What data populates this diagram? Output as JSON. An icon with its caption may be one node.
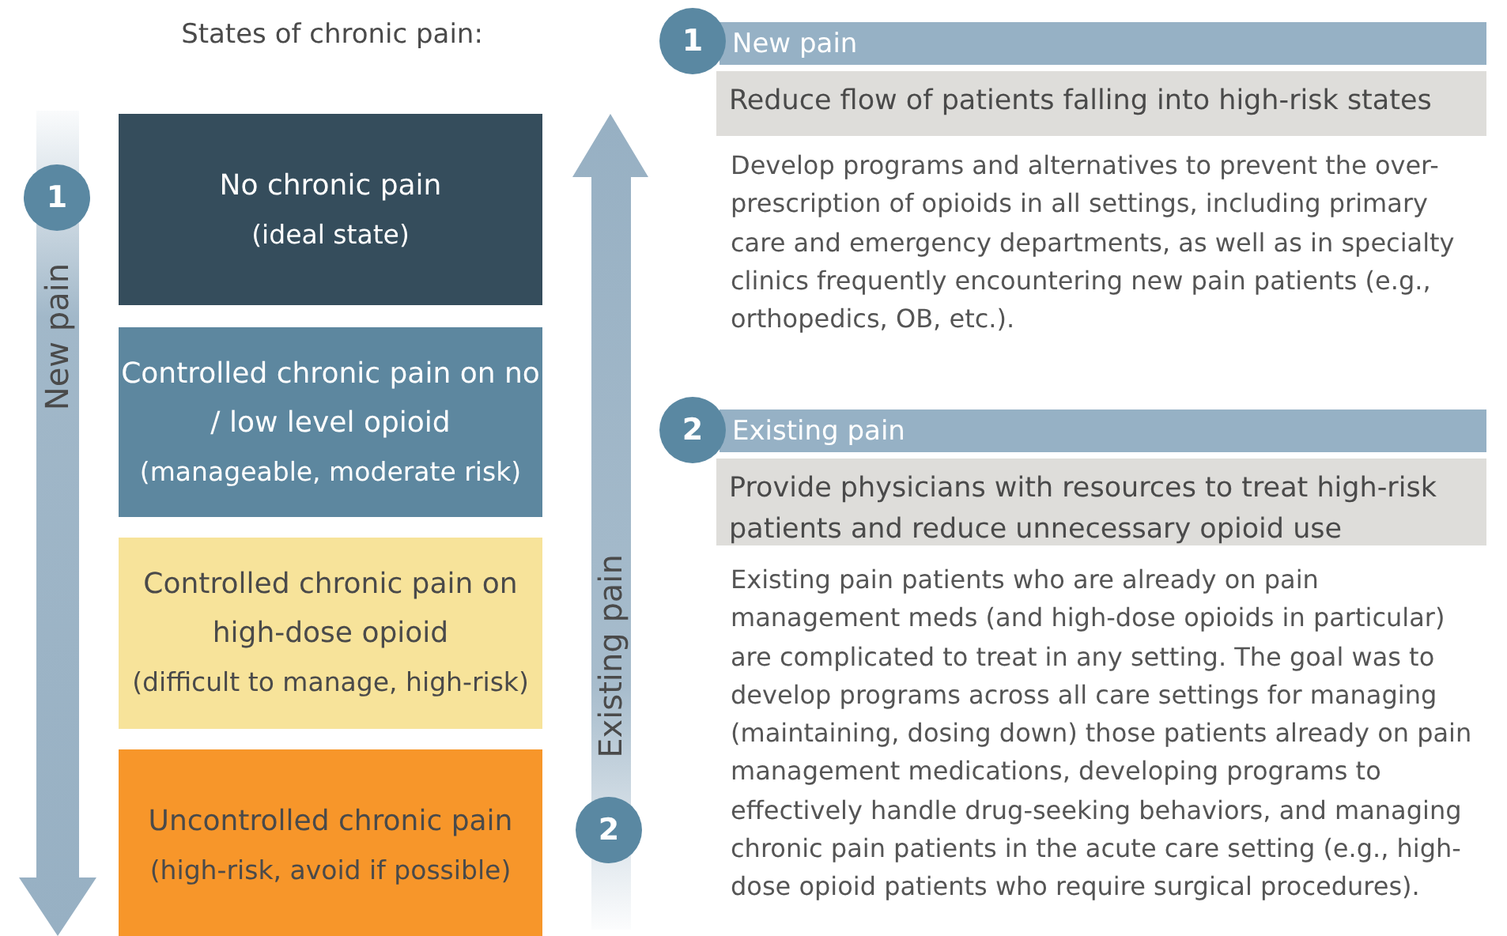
{
  "diagram": {
    "title": "States of chronic pain:",
    "nodes": [
      {
        "text": [
          "No chronic pain",
          "(ideal state)"
        ]
      },
      {
        "text": [
          "Controlled chronic pain on no / low level opioid",
          "(manageable, moderate risk)"
        ]
      },
      {
        "text": [
          "Controlled chronic pain on high-dose opioid",
          "(difficult to manage, high-risk)"
        ]
      },
      {
        "text": [
          "Uncontrolled chronic pain",
          "(high-risk, avoid if possible)"
        ]
      },
      {
        "text": [
          "1"
        ]
      },
      {
        "text": [
          "2"
        ]
      },
      {
        "text": [
          "1"
        ]
      },
      {
        "text": [
          "New pain"
        ]
      },
      {
        "text": [
          "Reduce flow of patients falling into high-risk states"
        ]
      },
      {
        "text": [
          "2"
        ]
      },
      {
        "text": [
          "Existing pain"
        ]
      },
      {
        "text": [
          "Provide physicians with resources to treat high-risk patients and reduce unnecessary opioid use"
        ]
      }
    ],
    "labels": [
      "New pain",
      "Existing pain",
      "Develop programs and alternatives to prevent the over-prescription of opioids in all settings, including primary care and emergency departments, as well as in specialty clinics frequently encountering new pain patients (e.g., orthopedics, OB, etc.).",
      "Existing pain patients who are already on pain management meds (and high-dose opioids in particular) are complicated to treat in any setting. The goal was to develop programs across all care settings for managing (maintaining, dosing down) those patients already on pain management medications, developing programs to effectively handle drug-seeking behaviors, and managing chronic pain patients in the acute care setting (e.g., high-dose opioid patients who require surgical procedures)."
    ]
  }
}
